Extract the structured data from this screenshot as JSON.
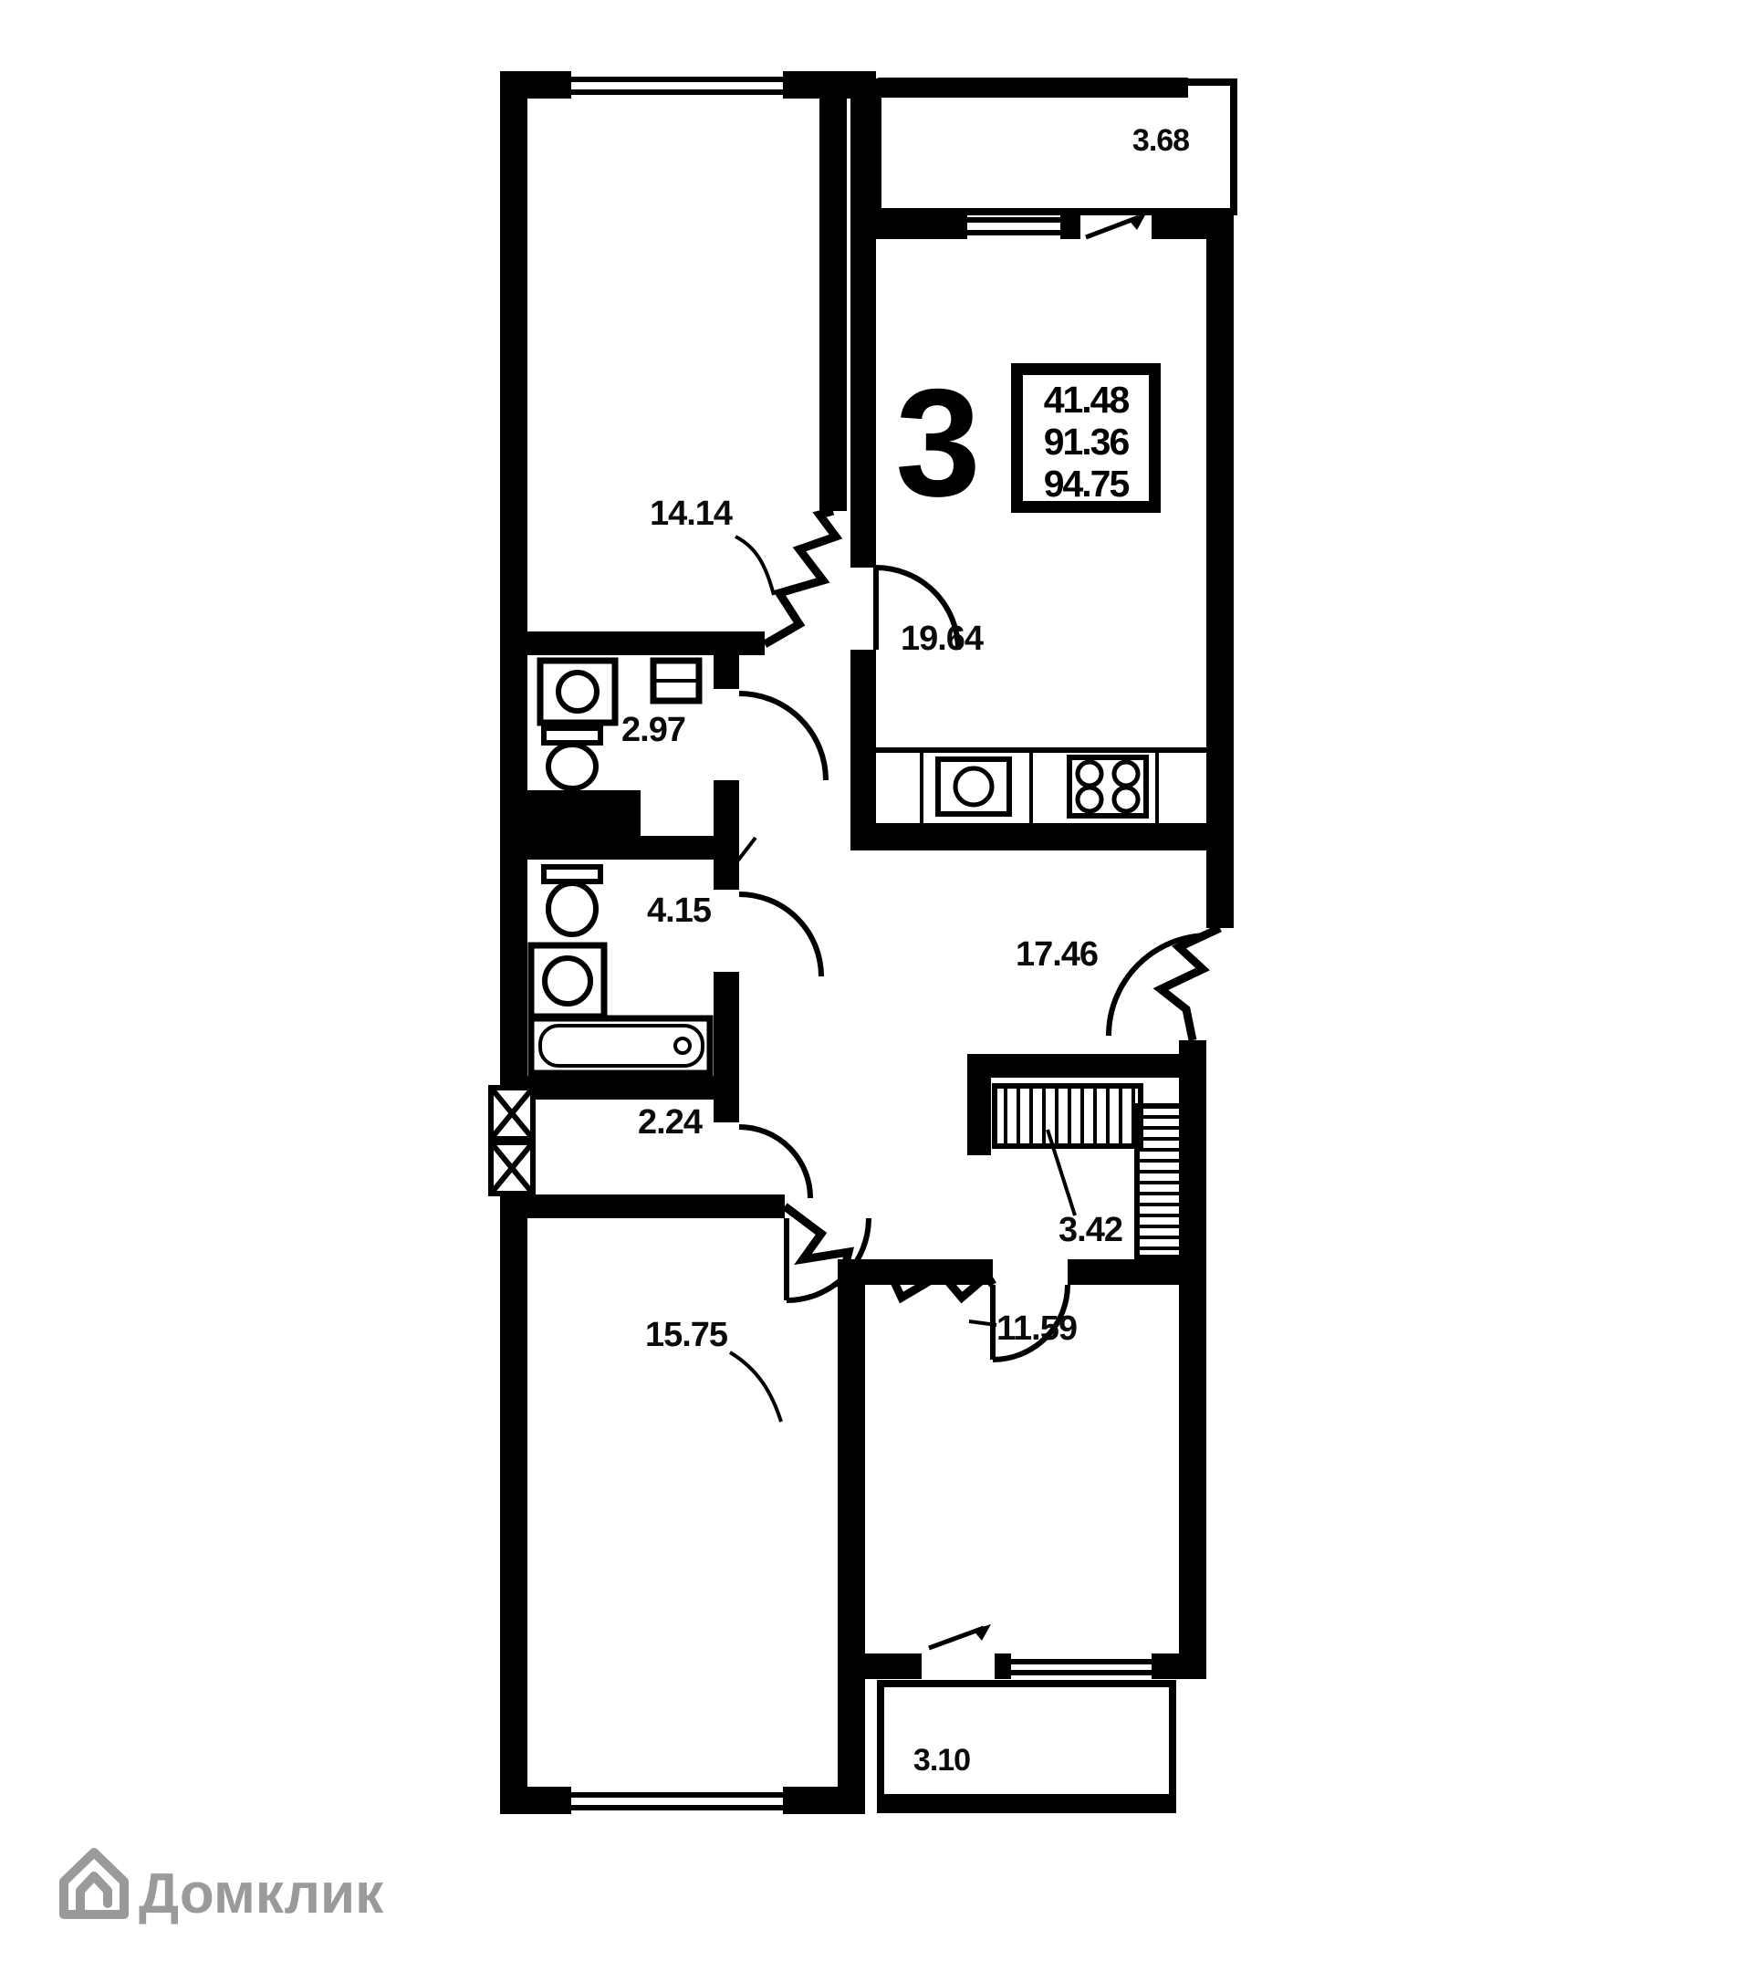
{
  "brand": {
    "name": "Домклик"
  },
  "plan": {
    "rooms_count_label": "3",
    "info_box": {
      "living_area": "41.48",
      "total_area": "91.36",
      "total_area_with_balcony": "94.75"
    },
    "labels": {
      "room_top_left": "14.14",
      "kitchen_living": "19.64",
      "bathroom": "2.97",
      "wc_laundry": "4.15",
      "storage": "2.24",
      "room_bottom_left": "15.75",
      "hallway": "17.46",
      "closet": "3.42",
      "room_bottom_right": "11.59",
      "loggia_top": "3.68",
      "loggia_bottom": "3.10"
    },
    "colors": {
      "walls": "#000000",
      "background": "#ffffff",
      "brand_gray": "#9a9a9a"
    }
  }
}
